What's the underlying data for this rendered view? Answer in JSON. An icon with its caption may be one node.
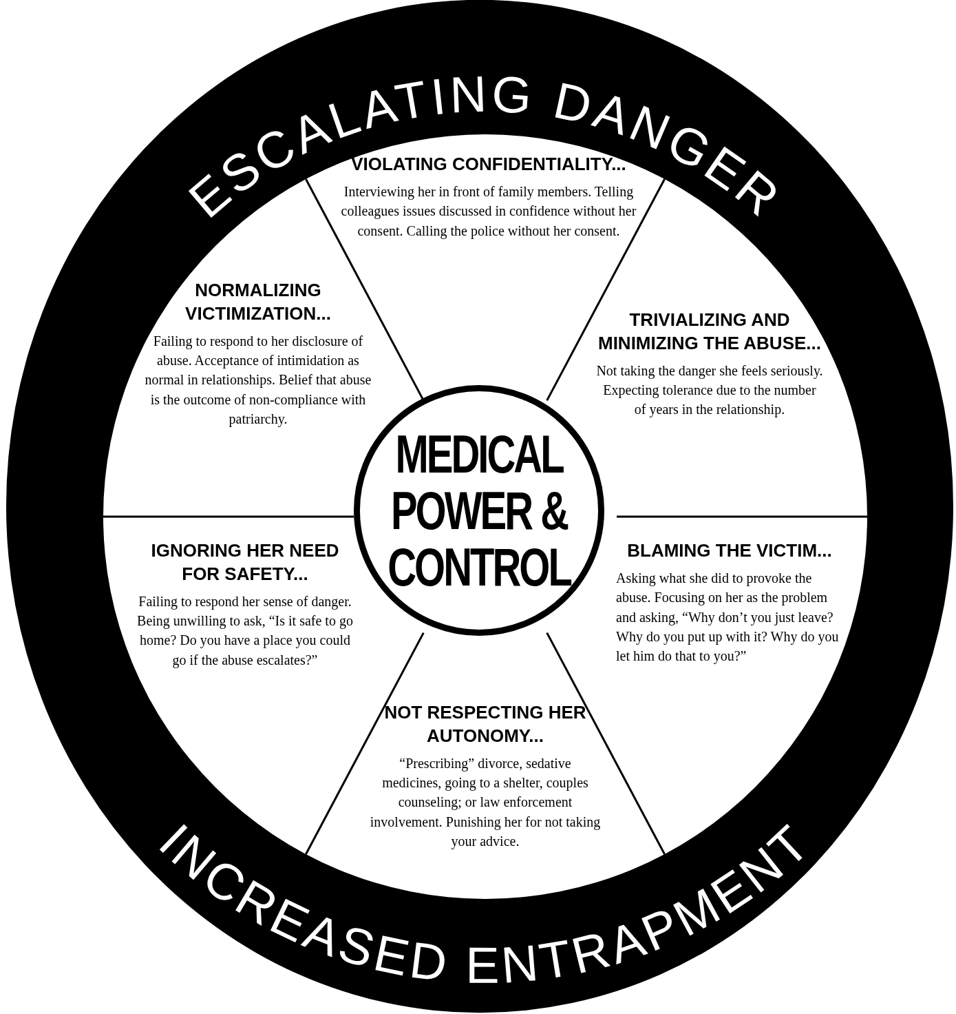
{
  "diagram": {
    "nodes": [
      {
        "text": [
          "ESCALATING DANGER",
          "INCREASED ENTRAPMENT"
        ]
      },
      {
        "text": [
          "VIOLATING CONFIDENTIALITY...",
          "Interviewing her in front of family members. Telling colleagues issues discussed in confidence without her consent. Calling the police without her consent."
        ],
        "in": 0
      },
      {
        "text": [
          "NORMALIZING VICTIMIZATION...",
          "Failing to respond to her disclosure of abuse. Acceptance of intimidation as normal in relationships. Belief that abuse is the outcome of non-compliance with patriarchy."
        ],
        "in": 0
      },
      {
        "text": [
          "TRIVIALIZING AND MINIMIZING THE ABUSE...",
          "Not taking the danger she feels seriously. Expecting tolerance due to the number of years in the relationship."
        ],
        "in": 0
      },
      {
        "text": [
          "MEDICAL POWER & CONTROL"
        ],
        "in": 0
      },
      {
        "text": [
          "IGNORING HER NEED FOR SAFETY...",
          "Failing to respond her sense of danger. Being unwilling to ask, “Is it safe to go home? Do you have a place you could go if the abuse escalates?”"
        ],
        "in": 0
      },
      {
        "text": [
          "BLAMING THE VICTIM...",
          "Asking what she did to provoke the abuse. Focusing on her as the problem and asking, “Why don’t you just leave? Why do you put up with it? Why do you let him do that to you?”"
        ],
        "in": 0
      },
      {
        "text": [
          "NOT RESPECTING HER AUTONOMY...",
          "“Prescribing” divorce, sedative medicines, going to a shelter, couples counseling; or law enforcement involvement. Punishing her for not taking your advice."
        ],
        "in": 0
      }
    ]
  }
}
